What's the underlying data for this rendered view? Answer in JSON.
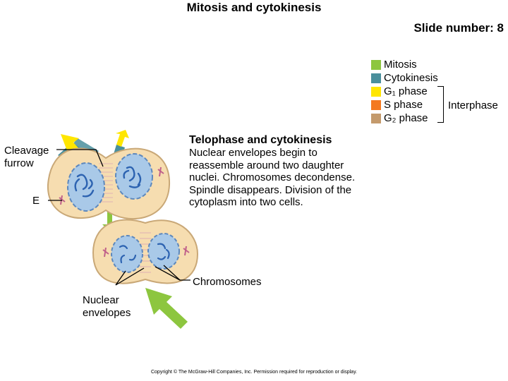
{
  "header": {
    "title": "Mitosis and cytokinesis",
    "slide_number": "Slide number: 8"
  },
  "legend": {
    "items": [
      {
        "label": "Mitosis",
        "color": "#8dc63f"
      },
      {
        "label": "Cytokinesis",
        "color": "#4a8f9c"
      },
      {
        "label": "G₁ phase",
        "color": "#ffe600"
      },
      {
        "label": "S phase",
        "color": "#f47920"
      },
      {
        "label": "G₂ phase",
        "color": "#c49a6c"
      }
    ],
    "group_label": "Interphase"
  },
  "phase": {
    "title": "Telophase and cytokinesis",
    "description": "Nuclear envelopes begin to reassemble around two daughter nuclei. Chromosomes decondense. Spindle disappears. Division of the cytoplasm into two cells."
  },
  "labels": {
    "cleavage_furrow": "Cleavage furrow",
    "e": "E",
    "chromosomes": "Chromosomes",
    "nuclear_envelopes": "Nuclear envelopes"
  },
  "footer": {
    "copyright": "Copyright © The McGraw-Hill Companies, Inc. Permission required for reproduction or display."
  },
  "colors": {
    "cell_fill": "#f6ddb0",
    "cell_stroke": "#c9a877",
    "nucleus_fill": "#a9c9e8",
    "chromosome": "#2d63b1",
    "arrow_yellow": "#ffe600",
    "arrow_green": "#8dc63f",
    "arrow_teal": "#4a8f9c"
  }
}
